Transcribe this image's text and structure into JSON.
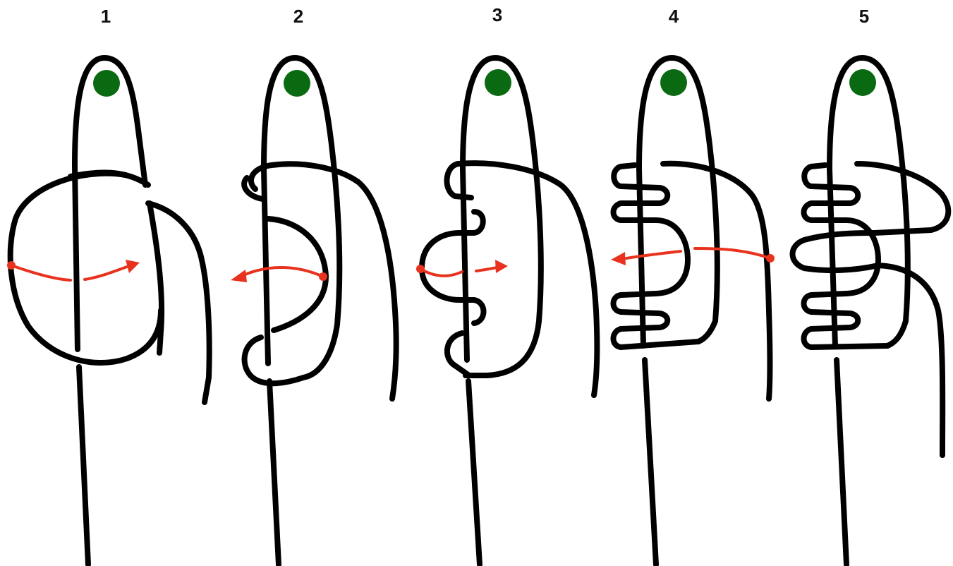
{
  "steps": [
    {
      "label": "1"
    },
    {
      "label": "2"
    },
    {
      "label": "3"
    },
    {
      "label": "4"
    },
    {
      "label": "5"
    }
  ],
  "colors": {
    "rope": "#000000",
    "anchor": "#0a6a12",
    "arrow": "#e8321e",
    "background": "#ffffff"
  }
}
